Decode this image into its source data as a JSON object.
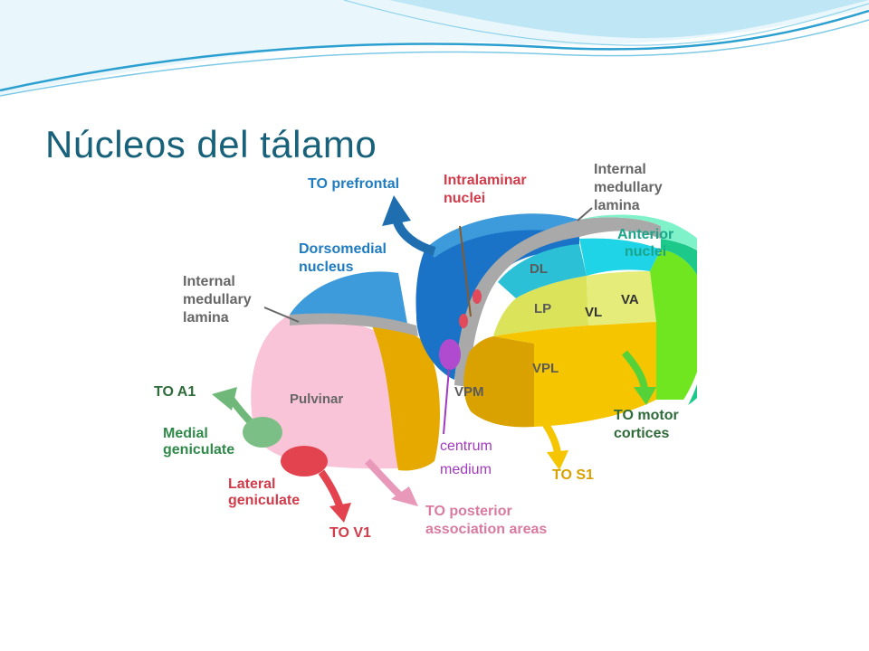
{
  "slide": {
    "title": "Núcleos del tálamo"
  },
  "colors": {
    "title": "#17627a",
    "waves": "#2a9fd0",
    "blue_label": "#1f7cc0",
    "red_label": "#d23b4a",
    "gray_label": "#666666",
    "teal_label": "#1aa58a",
    "green_label": "#2f8a4a",
    "pink_label": "#d97aa0",
    "purple_label": "#a23bbf",
    "yellow_label": "#d9a100"
  },
  "diagram": {
    "labels": {
      "to_prefrontal": "TO prefrontal",
      "intralaminar_1": "Intralaminar",
      "intralaminar_2": "nuclei",
      "iml_top_1": "Internal",
      "iml_top_2": "medullary",
      "iml_top_3": "lamina",
      "anterior_1": "Anterior",
      "anterior_2": "nuclei",
      "dorsomedial_1": "Dorsomedial",
      "dorsomedial_2": "nucleus",
      "iml_left_1": "Internal",
      "iml_left_2": "medullary",
      "iml_left_3": "lamina",
      "to_a1": "TO A1",
      "medial_gen_1": "Medial",
      "medial_gen_2": "geniculate",
      "lateral_gen_1": "Lateral",
      "lateral_gen_2": "geniculate",
      "to_v1": "TO V1",
      "to_posterior_1": "TO posterior",
      "to_posterior_2": "association areas",
      "centrum_1": "centrum",
      "centrum_2": "medium",
      "to_s1": "TO S1",
      "to_motor_1": "TO motor",
      "to_motor_2": "cortices"
    },
    "regions": {
      "dl": "DL",
      "lp": "LP",
      "vl": "VL",
      "va": "VA",
      "vpl": "VPL",
      "vpm": "VPM",
      "pulvinar": "Pulvinar"
    }
  }
}
